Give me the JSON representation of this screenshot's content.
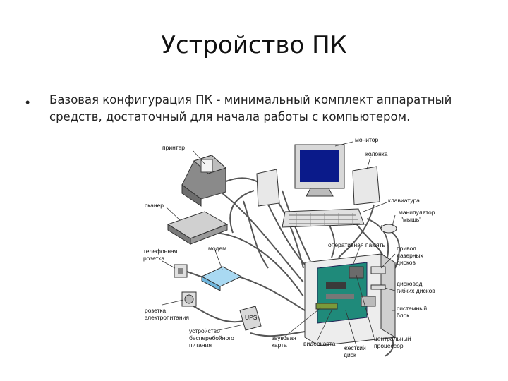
{
  "slide": {
    "title": "Устройство ПК",
    "bullet_symbol": "•",
    "bullet_text": "Базовая конфигурация ПК - минимальный комплект аппаратный средств, достаточный для начала работы с компьютером."
  },
  "diagram": {
    "labels": {
      "printer": "принтер",
      "monitor": "монитор",
      "speaker": "колонка",
      "scanner": "сканер",
      "keyboard": "клавиатура",
      "mouse_1": "манипулятор",
      "mouse_2": "\"мышь\"",
      "phone_socket_1": "телефонная",
      "phone_socket_2": "розетка",
      "modem": "модем",
      "ram": "оперативная память",
      "laser_drive_1": "привод",
      "laser_drive_2": "лазерных",
      "laser_drive_3": "дисков",
      "floppy_drive_1": "дисковод",
      "floppy_drive_2": "гибких дисков",
      "system_unit_1": "системный",
      "system_unit_2": "блок",
      "power_socket_1": "розетка",
      "power_socket_2": "электропитания",
      "ups_badge": "UPS",
      "ups_1": "устройство",
      "ups_2": "бесперебойного",
      "ups_3": "питания",
      "sound_card_1": "звуковая",
      "sound_card_2": "карта",
      "video_card": "видеокарта",
      "hdd_1": "жесткий",
      "hdd_2": "диск",
      "cpu_1": "центральный",
      "cpu_2": "процессор"
    }
  }
}
